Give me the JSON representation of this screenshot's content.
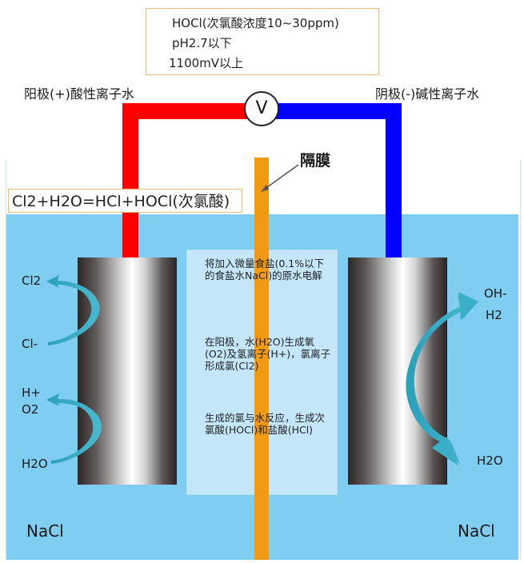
{
  "top_box": {
    "line1": "HOCl(次氯酸浓度10~30ppm)",
    "line2": "pH2.7以下",
    "line3": "1100mV以上"
  },
  "anode_label": "阳极(+)酸性离子水",
  "cathode_label": "阴极(-)碱性离子水",
  "voltmeter_label": "V",
  "membrane_label": "隔膜",
  "equation": "Cl2+H2O=HCl+HOCl(次氯酸)",
  "info": {
    "para1": "将加入微量食盐(0.1%以下的食盐水NaCl)的原水电解",
    "para2": "在阳极，水(H2O)生成氧(O2)及氢离子(H+)，氯离子形成氯(Cl2)",
    "para3": "生成的氯与水反应，生成次氯酸(HOCl)和盐酸(HCl)"
  },
  "ions_left": {
    "cl2": "Cl2",
    "cl_minus": "Cl-",
    "h_plus": "H+",
    "o2": "O2",
    "h2o": "H2O"
  },
  "ions_right": {
    "oh_minus": "OH-",
    "h2": "H2",
    "h2o": "H2O"
  },
  "nacl_left": "NaCl",
  "nacl_right": "NaCl",
  "colors": {
    "water": "#7fcdf0",
    "anode_wire": "#ff0000",
    "cathode_wire": "#0000ff",
    "membrane": "#f29a14",
    "arrow": "#3aa9c0"
  }
}
